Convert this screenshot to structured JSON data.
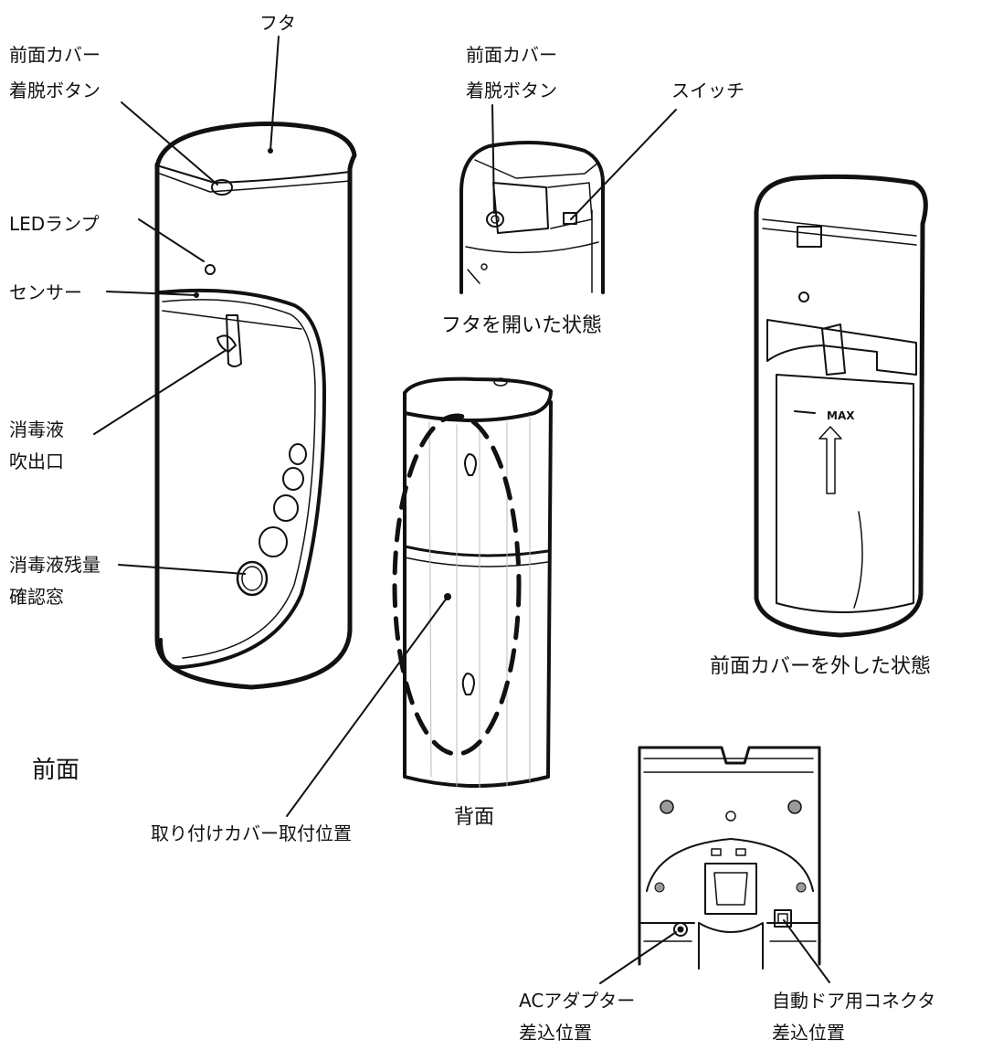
{
  "labels": {
    "front_lid": "フタ",
    "front_cover_button": [
      "前面カバー",
      "着脱ボタン"
    ],
    "led_lamp": "LEDランプ",
    "sensor": "センサー",
    "nozzle": [
      "消毒液",
      "吹出口"
    ],
    "level_window": [
      "消毒液残量",
      "確認窓"
    ],
    "front_caption": "前面",
    "open_cover_button": [
      "前面カバー",
      "着脱ボタン"
    ],
    "open_switch": "スイッチ",
    "open_caption": "フタを開いた状態",
    "back_caption": "背面",
    "mount_position": "取り付けカバー取付位置",
    "removed_caption": "前面カバーを外した状態",
    "tank_max": "MAX",
    "ac_adapter": [
      "ACアダプター",
      "差込位置"
    ],
    "door_connector": [
      "自動ドア用コネクタ",
      "差込位置"
    ]
  },
  "colors": {
    "line": "#111111",
    "gray_fill": "#9a9a9a",
    "light_gray": "#bbbbbb",
    "background": "#ffffff"
  }
}
